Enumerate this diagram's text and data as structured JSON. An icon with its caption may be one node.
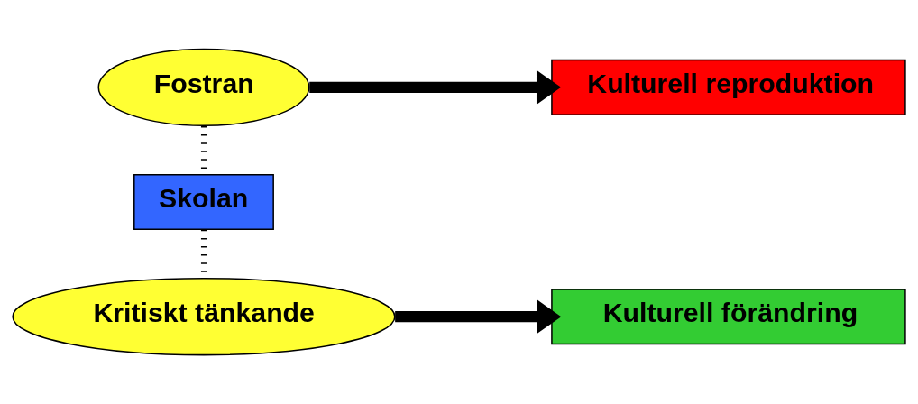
{
  "diagram": {
    "nodes": [
      {
        "text": [
          "Fostran"
        ]
      },
      {
        "text": [
          "Skolan"
        ]
      },
      {
        "text": [
          "Kritiskt tänkande"
        ]
      },
      {
        "text": [
          "Kulturell reproduktion"
        ]
      },
      {
        "text": [
          "Kulturell förändring"
        ]
      }
    ],
    "edges": [
      {
        "from": 0,
        "to": 3,
        "arrow": "to",
        "style": "thick"
      },
      {
        "from": 2,
        "to": 4,
        "arrow": "to",
        "style": "thick"
      },
      {
        "from": 0,
        "to": 1,
        "arrow": "none",
        "style": "dashed"
      },
      {
        "from": 1,
        "to": 2,
        "arrow": "none",
        "style": "dashed"
      }
    ]
  }
}
